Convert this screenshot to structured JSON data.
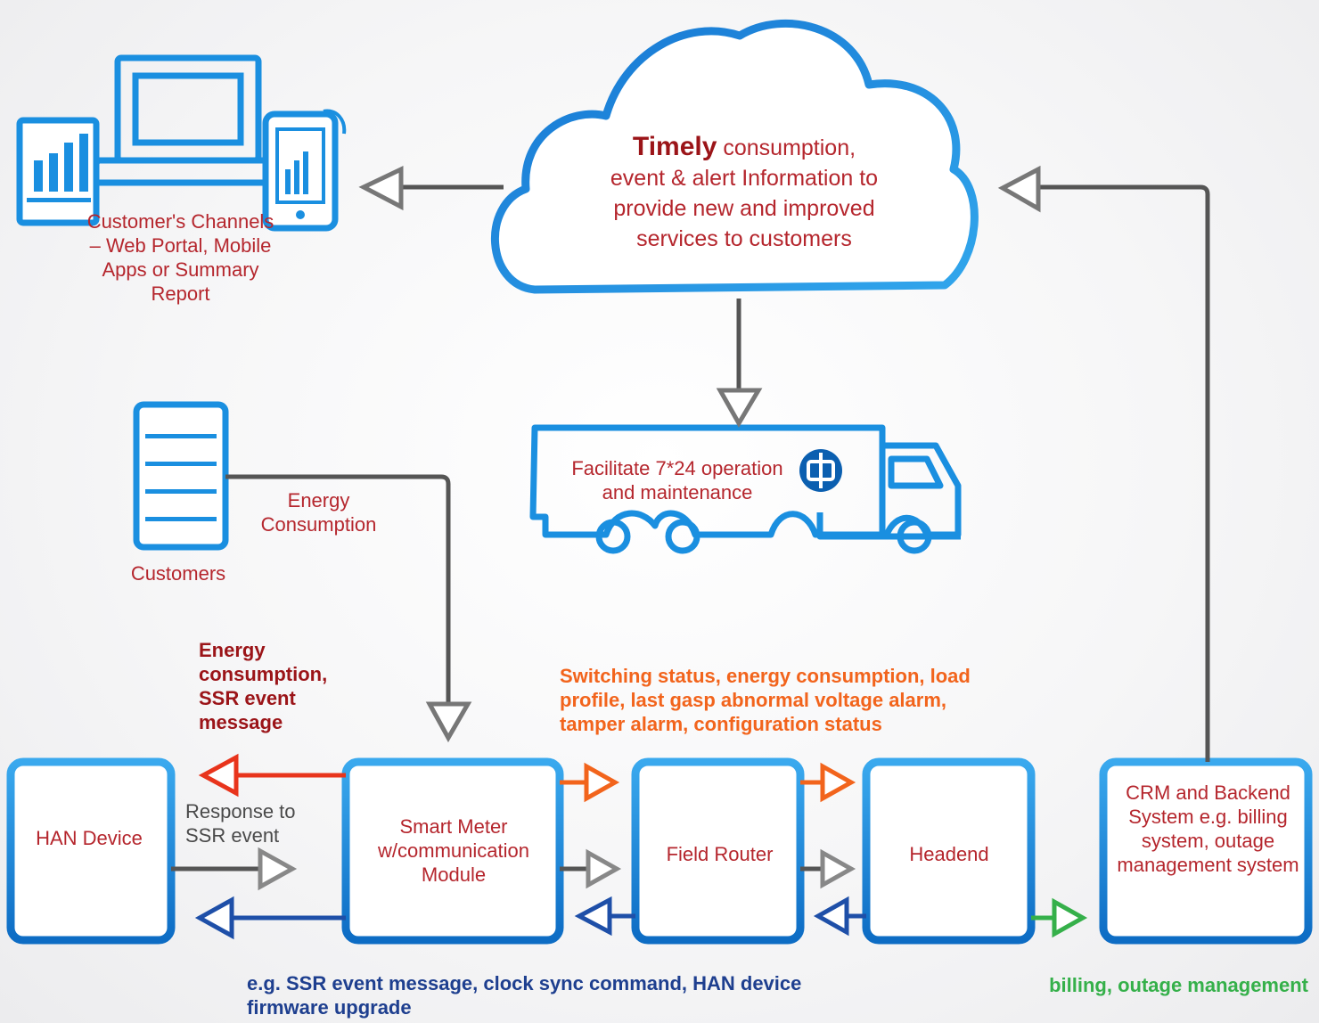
{
  "cloud": {
    "highlight": "Timely",
    "line1_rest": " consumption,",
    "line2": "event & alert Information to",
    "line3": "provide new and improved",
    "line4": "services to customers"
  },
  "channels": {
    "label": "Customer's Channels – Web Portal, Mobile Apps or Summary Report"
  },
  "truck": {
    "line1": "Facilitate 7*24 operation",
    "line2": "and maintenance"
  },
  "customers": {
    "label": "Customers",
    "flow_label": "Energy Consumption"
  },
  "nodes": {
    "han": "HAN Device",
    "meter": "Smart Meter w/communication Module",
    "router": "Field Router",
    "headend": "Headend",
    "crm": "CRM and Backend System e.g. billing system, outage management system"
  },
  "annotations": {
    "han_up": "Energy consumption, SSR event message",
    "ssr_response": "Response to SSR event",
    "switching": "Switching status, energy consumption, load profile, last gasp abnormal voltage alarm, tamper alarm, configuration status",
    "downlink": "e.g. SSR event message, clock sync command, HAN device firmware upgrade",
    "billing": "billing, outage management"
  },
  "colors": {
    "blue": "#1a8fe0",
    "dark_blue": "#0b5fb0",
    "grey_arrow": "#5a5a5a",
    "red_arrow": "#e8341c",
    "orange_arrow": "#f2641c",
    "navy_arrow": "#1e4fa8",
    "green_arrow": "#35b04a"
  }
}
